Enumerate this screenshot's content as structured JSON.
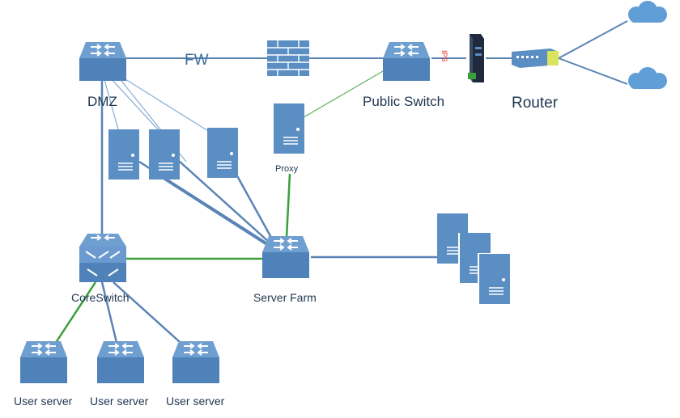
{
  "labels": {
    "dmz": "DMZ",
    "fw": "FW",
    "public_switch": "Public Switch",
    "router": "Router",
    "proxy": "Proxy",
    "server_farm": "Server Farm",
    "core_switch": "CoreSwitch",
    "ips": "IPS",
    "user_server_1": "User server",
    "user_server_2": "User server",
    "user_server_3": "User server"
  },
  "colors": {
    "device_blue": "#5b8fc4",
    "device_dark": "#3f6f9f",
    "link_blue": "#5a84b5",
    "link_thin": "#8fb2d6",
    "link_green": "#3a9f3a",
    "ips_red": "#e02020",
    "cloud": "#5f9ed6"
  }
}
